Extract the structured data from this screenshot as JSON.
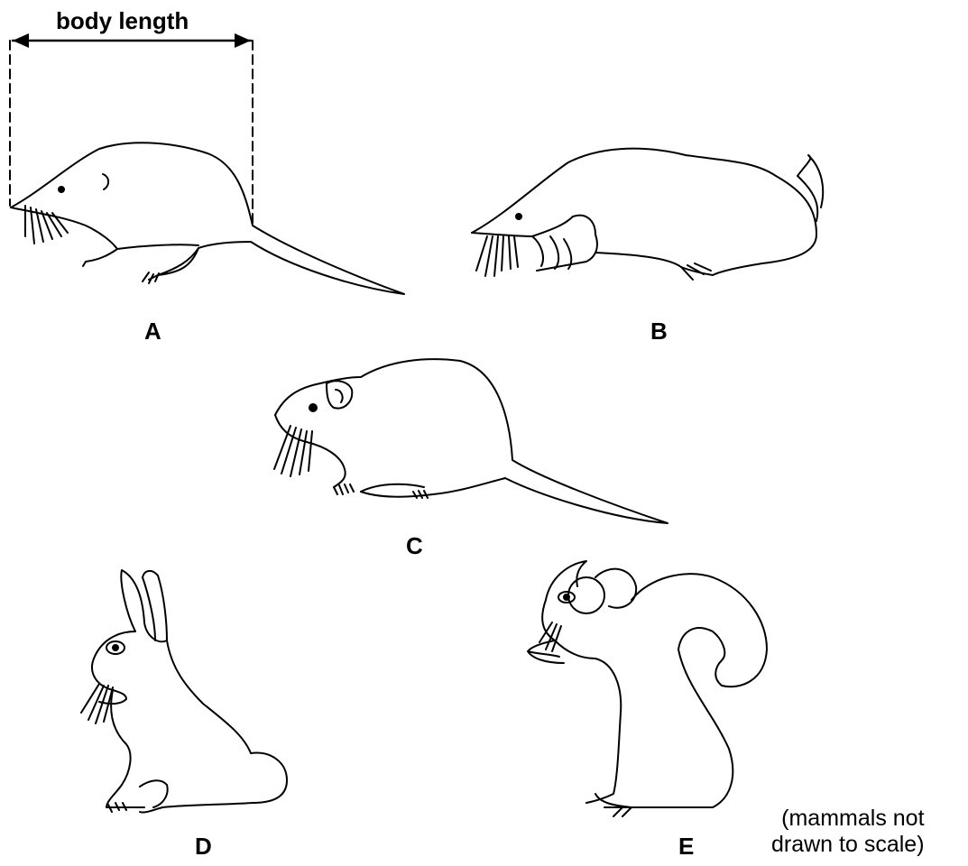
{
  "measurement": {
    "label": "body length"
  },
  "animals": [
    {
      "letter": "A",
      "icon": "shrew-drawing"
    },
    {
      "letter": "B",
      "icon": "mole-drawing"
    },
    {
      "letter": "C",
      "icon": "rat-drawing"
    },
    {
      "letter": "D",
      "icon": "rabbit-drawing"
    },
    {
      "letter": "E",
      "icon": "squirrel-drawing"
    }
  ],
  "note": {
    "line1": "(mammals not",
    "line2": "drawn to scale)"
  }
}
